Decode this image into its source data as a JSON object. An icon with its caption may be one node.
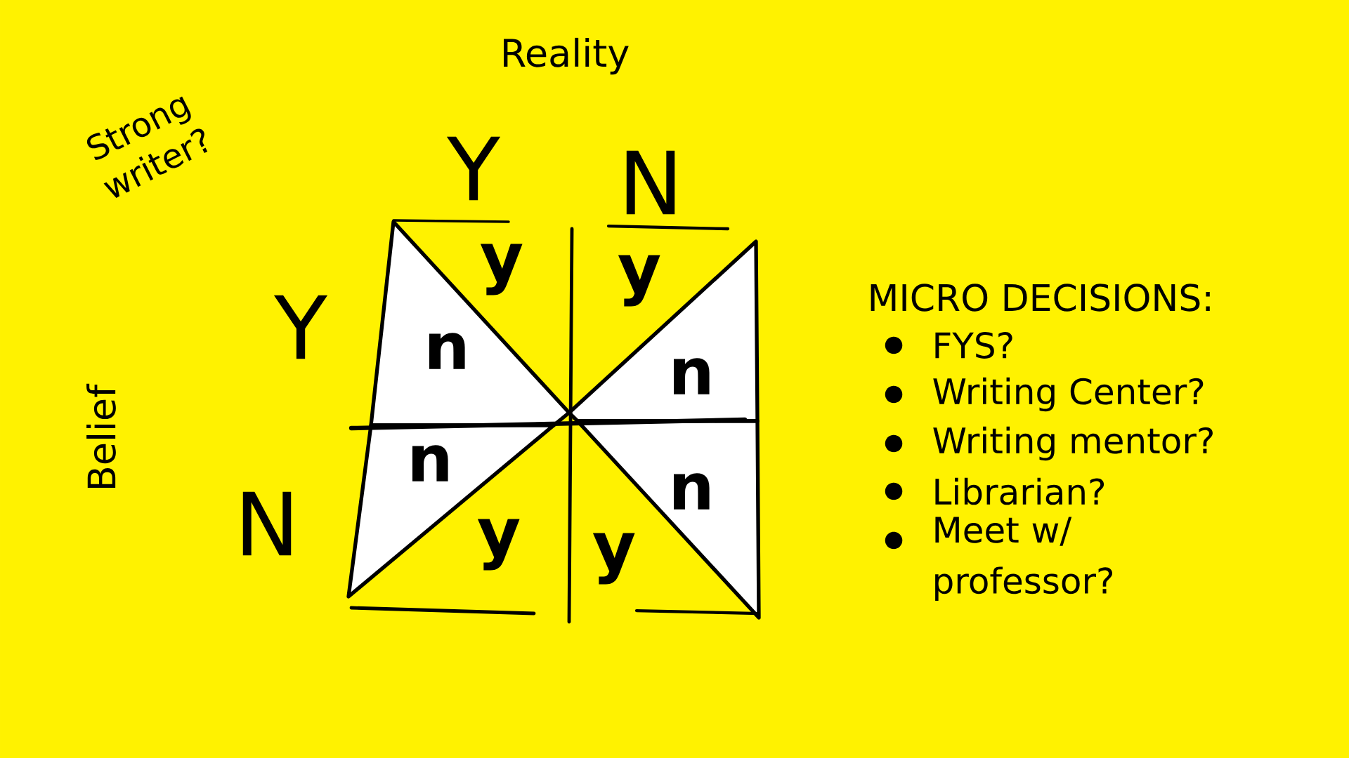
{
  "diagram": {
    "nodes": [
      {
        "text": [
          "n"
        ]
      },
      {
        "text": [
          "n"
        ]
      },
      {
        "text": [
          "n"
        ]
      },
      {
        "text": [
          "n"
        ]
      }
    ],
    "labels": [
      "Reality",
      "Strong writer?",
      "Y",
      "N",
      "Y",
      "N",
      "Belief",
      "y",
      "y",
      "y",
      "y",
      "MICRO DECISIONS:",
      "FYS?",
      "Writing Center?",
      "Writing mentor?",
      "Librarian?",
      "Meet w/ professor?"
    ]
  }
}
